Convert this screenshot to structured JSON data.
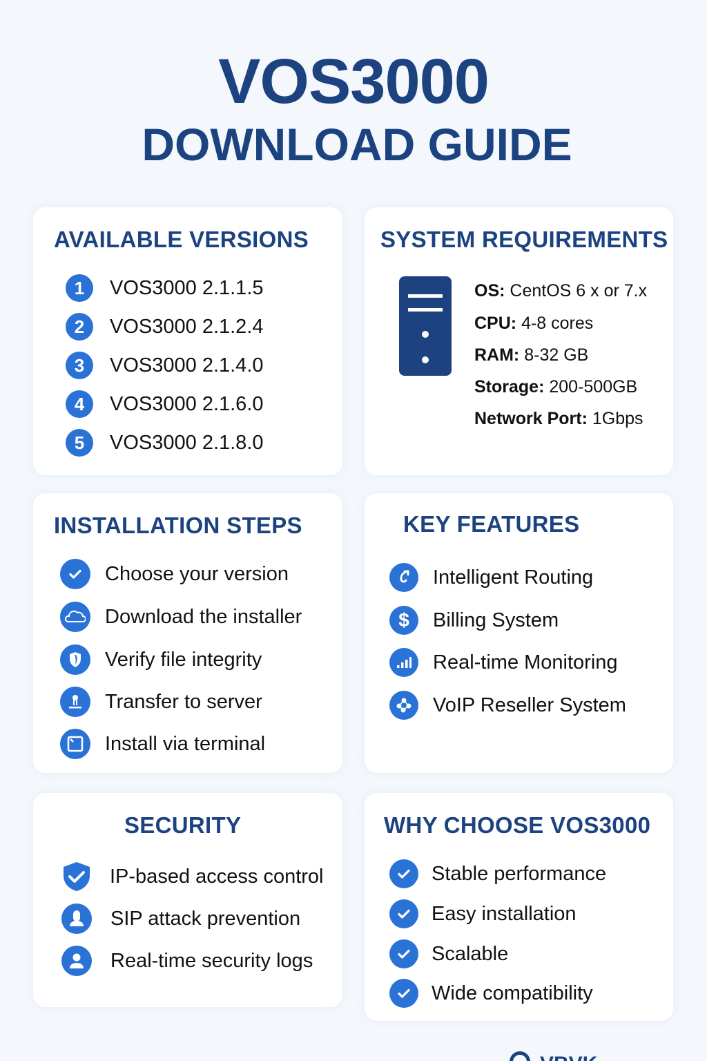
{
  "header": {
    "title": "VOS3000",
    "subtitle": "DOWNLOAD GUIDE"
  },
  "colors": {
    "primary_dark": "#1c4380",
    "accent_blue": "#2b72d6",
    "page_bg": "#f4f8fd",
    "card_bg": "#ffffff"
  },
  "versions": {
    "heading": "AVAILABLE VERSIONS",
    "items": [
      {
        "num": "1",
        "label": "VOS3000 2.1.1.5"
      },
      {
        "num": "2",
        "label": "VOS3000 2.1.2.4"
      },
      {
        "num": "3",
        "label": "VOS3000 2.1.4.0"
      },
      {
        "num": "4",
        "label": "VOS3000 2.1.6.0"
      },
      {
        "num": "5",
        "label": "VOS3000 2.1.8.0"
      }
    ]
  },
  "requirements": {
    "heading": "SYSTEM REQUIREMENTS",
    "icon": "server-tower-icon",
    "items": [
      {
        "key": "OS:",
        "value": "CentOS 6 x or 7.x"
      },
      {
        "key": "CPU:",
        "value": "4-8 cores"
      },
      {
        "key": "RAM:",
        "value": "8-32 GB"
      },
      {
        "key": "Storage:",
        "value": "200-500GB"
      },
      {
        "key": "Network Port:",
        "value": "1Gbps"
      }
    ]
  },
  "installation": {
    "heading": "INSTALLATION STEPS",
    "items": [
      {
        "icon": "check-icon",
        "label": "Choose your version"
      },
      {
        "icon": "cloud-icon",
        "label": "Download the installer"
      },
      {
        "icon": "shield-icon",
        "label": "Verify file integrity"
      },
      {
        "icon": "upload-icon",
        "label": "Transfer to server"
      },
      {
        "icon": "terminal-icon",
        "label": "Install via terminal"
      }
    ]
  },
  "features": {
    "heading": "KEY FEATURES",
    "items": [
      {
        "icon": "routing-arrow-icon",
        "label": "Intelligent Routing"
      },
      {
        "icon": "dollar-icon",
        "label": "Billing System"
      },
      {
        "icon": "signal-bars-icon",
        "label": "Real-time Monitoring"
      },
      {
        "icon": "network-icon",
        "label": "VoIP Reseller System"
      }
    ]
  },
  "security": {
    "heading": "SECURITY",
    "items": [
      {
        "icon": "shield-check-icon",
        "label": "IP-based access control"
      },
      {
        "icon": "user-shield-icon",
        "label": "SIP attack prevention"
      },
      {
        "icon": "user-icon",
        "label": "Real-time security logs"
      }
    ]
  },
  "why": {
    "heading": "WHY CHOOSE VOS3000",
    "items": [
      {
        "icon": "check-icon",
        "label": "Stable performance"
      },
      {
        "icon": "check-icon",
        "label": "Easy installation"
      },
      {
        "icon": "check-icon",
        "label": "Scalable"
      },
      {
        "icon": "check-icon",
        "label": "Wide compatibility"
      }
    ]
  },
  "footer": {
    "text": "VBVK"
  }
}
